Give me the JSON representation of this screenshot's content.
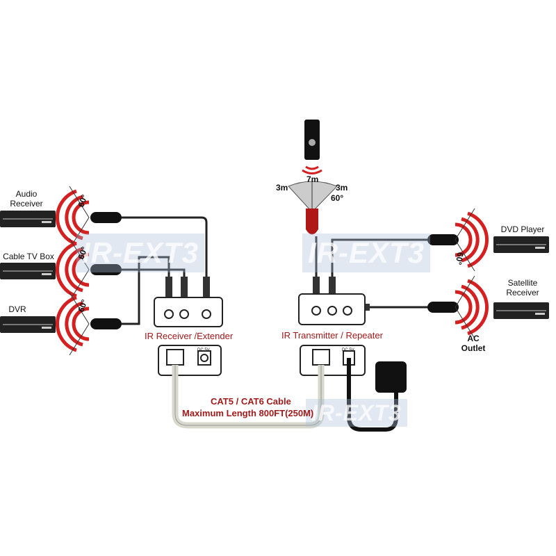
{
  "watermark": "IR-EXT3",
  "left_devices": [
    "Audio Receiver",
    "Cable TV Box",
    "DVR"
  ],
  "right_devices": [
    "DVD Player",
    "Satellite Receiver"
  ],
  "ac_outlet": "AC Outlet",
  "angle": "60°",
  "receiver_label": "IR Receiver /Extender",
  "transmitter_label": "IR Transmitter / Repeater",
  "dc_label": "DC 5V",
  "cable": {
    "line1": "CAT5 / CAT6 Cable",
    "line2": "Maximum Length 800FT(250M)"
  },
  "range": {
    "left": "3m",
    "center": "7m",
    "right": "3m",
    "angle": "60°"
  },
  "colors": {
    "accent": "#a01a1a",
    "ir_red": "#d42020"
  }
}
